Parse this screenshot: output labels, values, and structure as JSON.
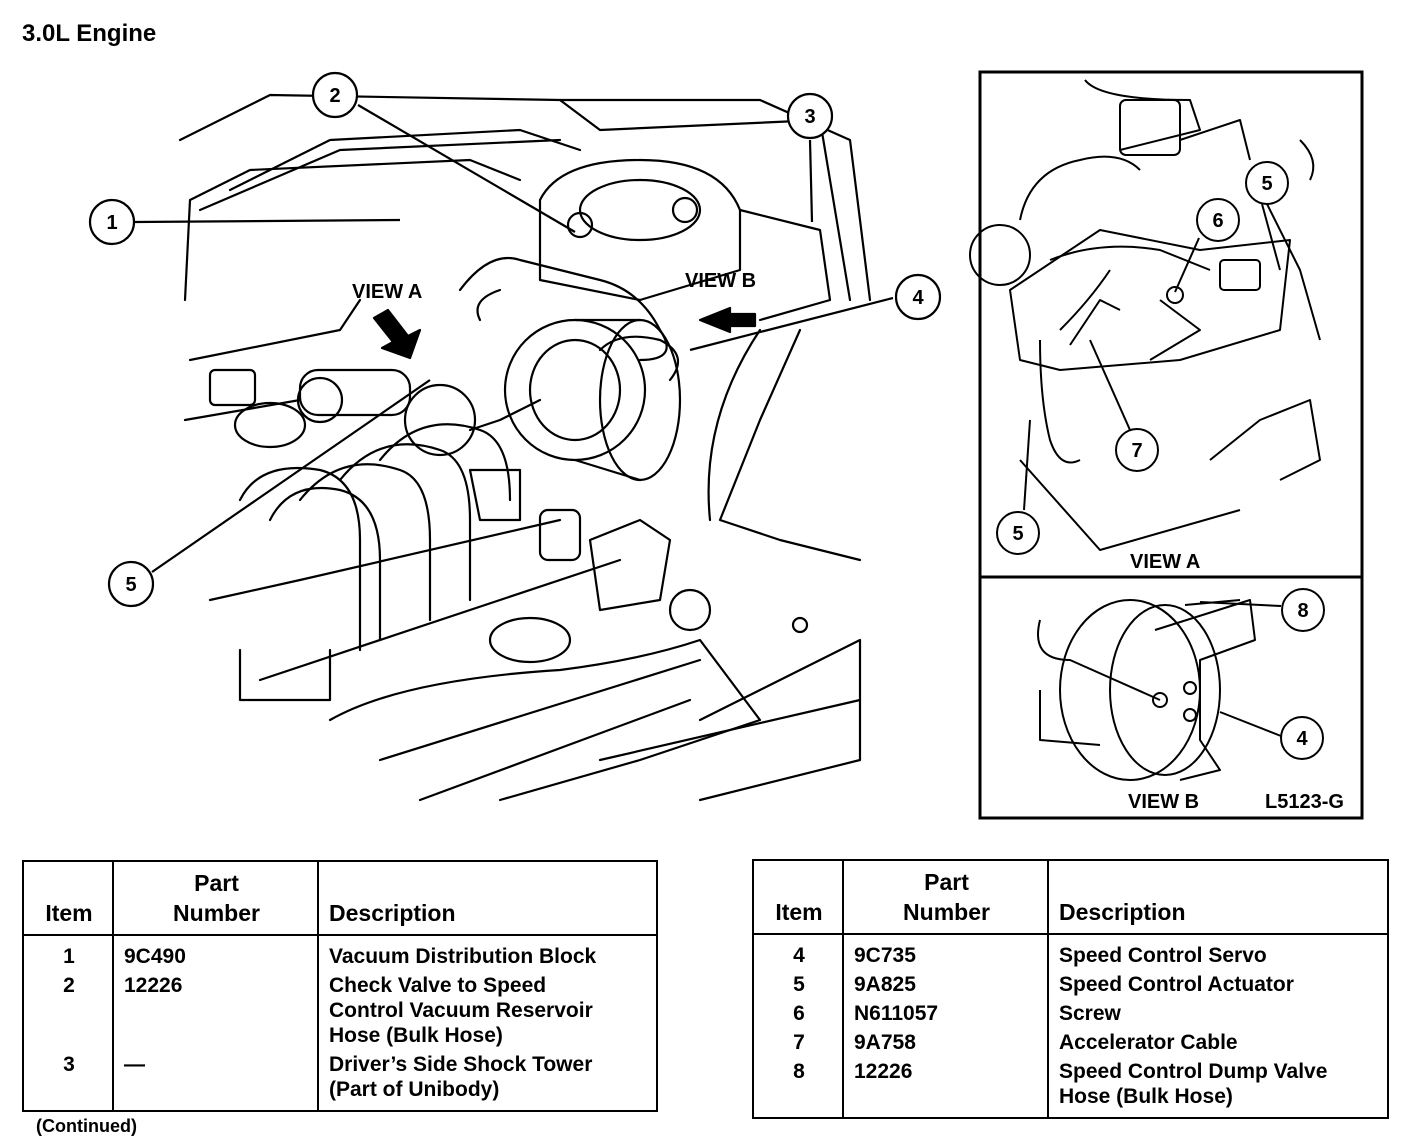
{
  "title": "3.0L Engine",
  "callouts": {
    "c1": "1",
    "c2": "2",
    "c3": "3",
    "c4": "4",
    "c5": "5",
    "va5": "5",
    "va6": "6",
    "va7": "7",
    "va5b": "5",
    "vb8": "8",
    "vb4": "4"
  },
  "labels": {
    "view_a_arrow": "VIEW A",
    "view_b_arrow": "VIEW B",
    "view_a_inset": "VIEW A",
    "view_b_inset": "VIEW B",
    "figure_id": "L5123-G"
  },
  "table_headers": {
    "item": "Item",
    "part_number": "Part\nNumber",
    "description": "Description"
  },
  "table_left": [
    {
      "item": "1",
      "part": "9C490",
      "desc": "Vacuum Distribution Block"
    },
    {
      "item": "2",
      "part": "12226",
      "desc": "Check Valve to Speed\nControl Vacuum Reservoir\nHose (Bulk Hose)"
    },
    {
      "item": "3",
      "part": "—",
      "desc": "Driver’s Side Shock Tower\n(Part of Unibody)"
    }
  ],
  "table_right": [
    {
      "item": "4",
      "part": "9C735",
      "desc": "Speed Control Servo"
    },
    {
      "item": "5",
      "part": "9A825",
      "desc": "Speed Control Actuator"
    },
    {
      "item": "6",
      "part": "N611057",
      "desc": "Screw"
    },
    {
      "item": "7",
      "part": "9A758",
      "desc": "Accelerator Cable"
    },
    {
      "item": "8",
      "part": "12226",
      "desc": "Speed Control Dump Valve\nHose (Bulk Hose)"
    }
  ],
  "footer": "(Continued)"
}
